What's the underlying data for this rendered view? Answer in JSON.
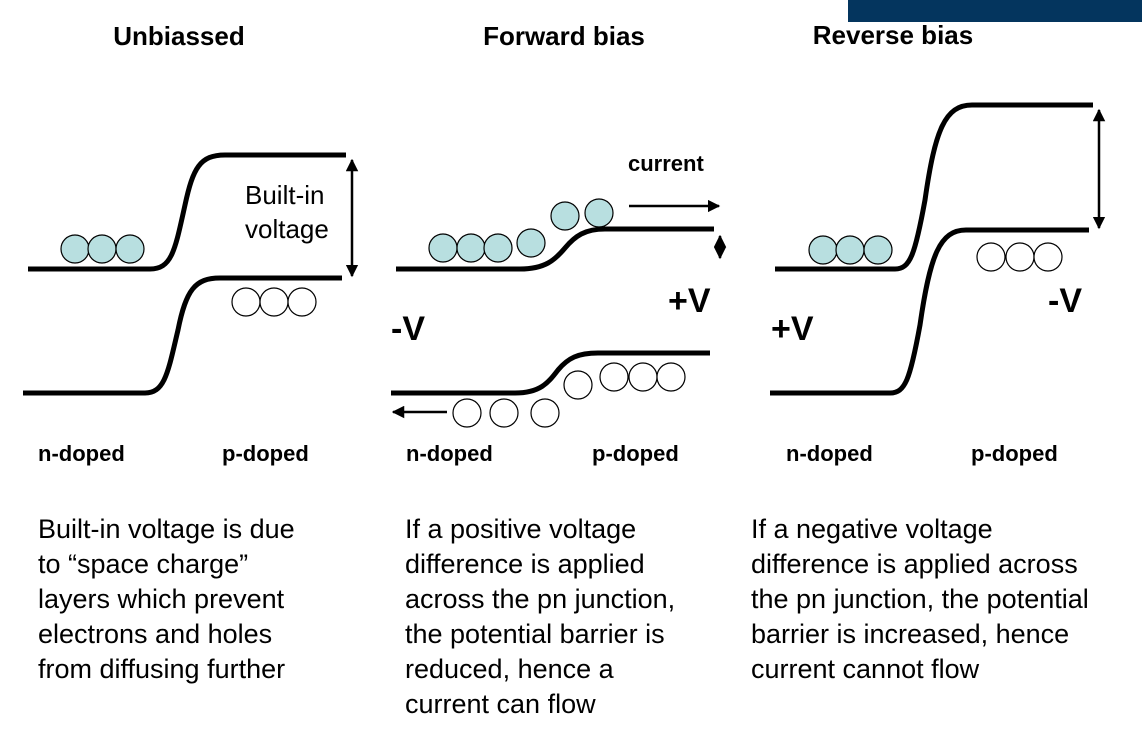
{
  "header": {
    "banner_color": "#04355e"
  },
  "colors": {
    "electron_fill": "#b8dfe0",
    "hole_fill": "#ffffff",
    "band_line": "#000000"
  },
  "panels": [
    {
      "title": "Unbiassed",
      "annotation_line1": "Built-in",
      "annotation_line2": "voltage",
      "n_label": "n-doped",
      "p_label": "p-doped",
      "caption": "Built-in voltage is due\nto “space charge”\nlayers which prevent\nelectrons and holes\nfrom diffusing further",
      "electron_count": 3,
      "hole_count": 3
    },
    {
      "title": "Forward bias",
      "current_label": "current",
      "left_voltage": "-V",
      "right_voltage": "+V",
      "n_label": "n-doped",
      "p_label": "p-doped",
      "caption": "If a positive voltage\ndifference is applied\nacross the pn junction,\nthe potential barrier is\nreduced, hence a\ncurrent can flow",
      "electron_count": 6,
      "hole_count": 7
    },
    {
      "title": "Reverse bias",
      "left_voltage": "+V",
      "right_voltage": "-V",
      "n_label": "n-doped",
      "p_label": "p-doped",
      "caption": "If a negative voltage\ndifference is applied across\nthe pn junction, the potential\nbarrier is increased, hence\ncurrent cannot flow",
      "electron_count": 3,
      "hole_count": 3
    }
  ]
}
